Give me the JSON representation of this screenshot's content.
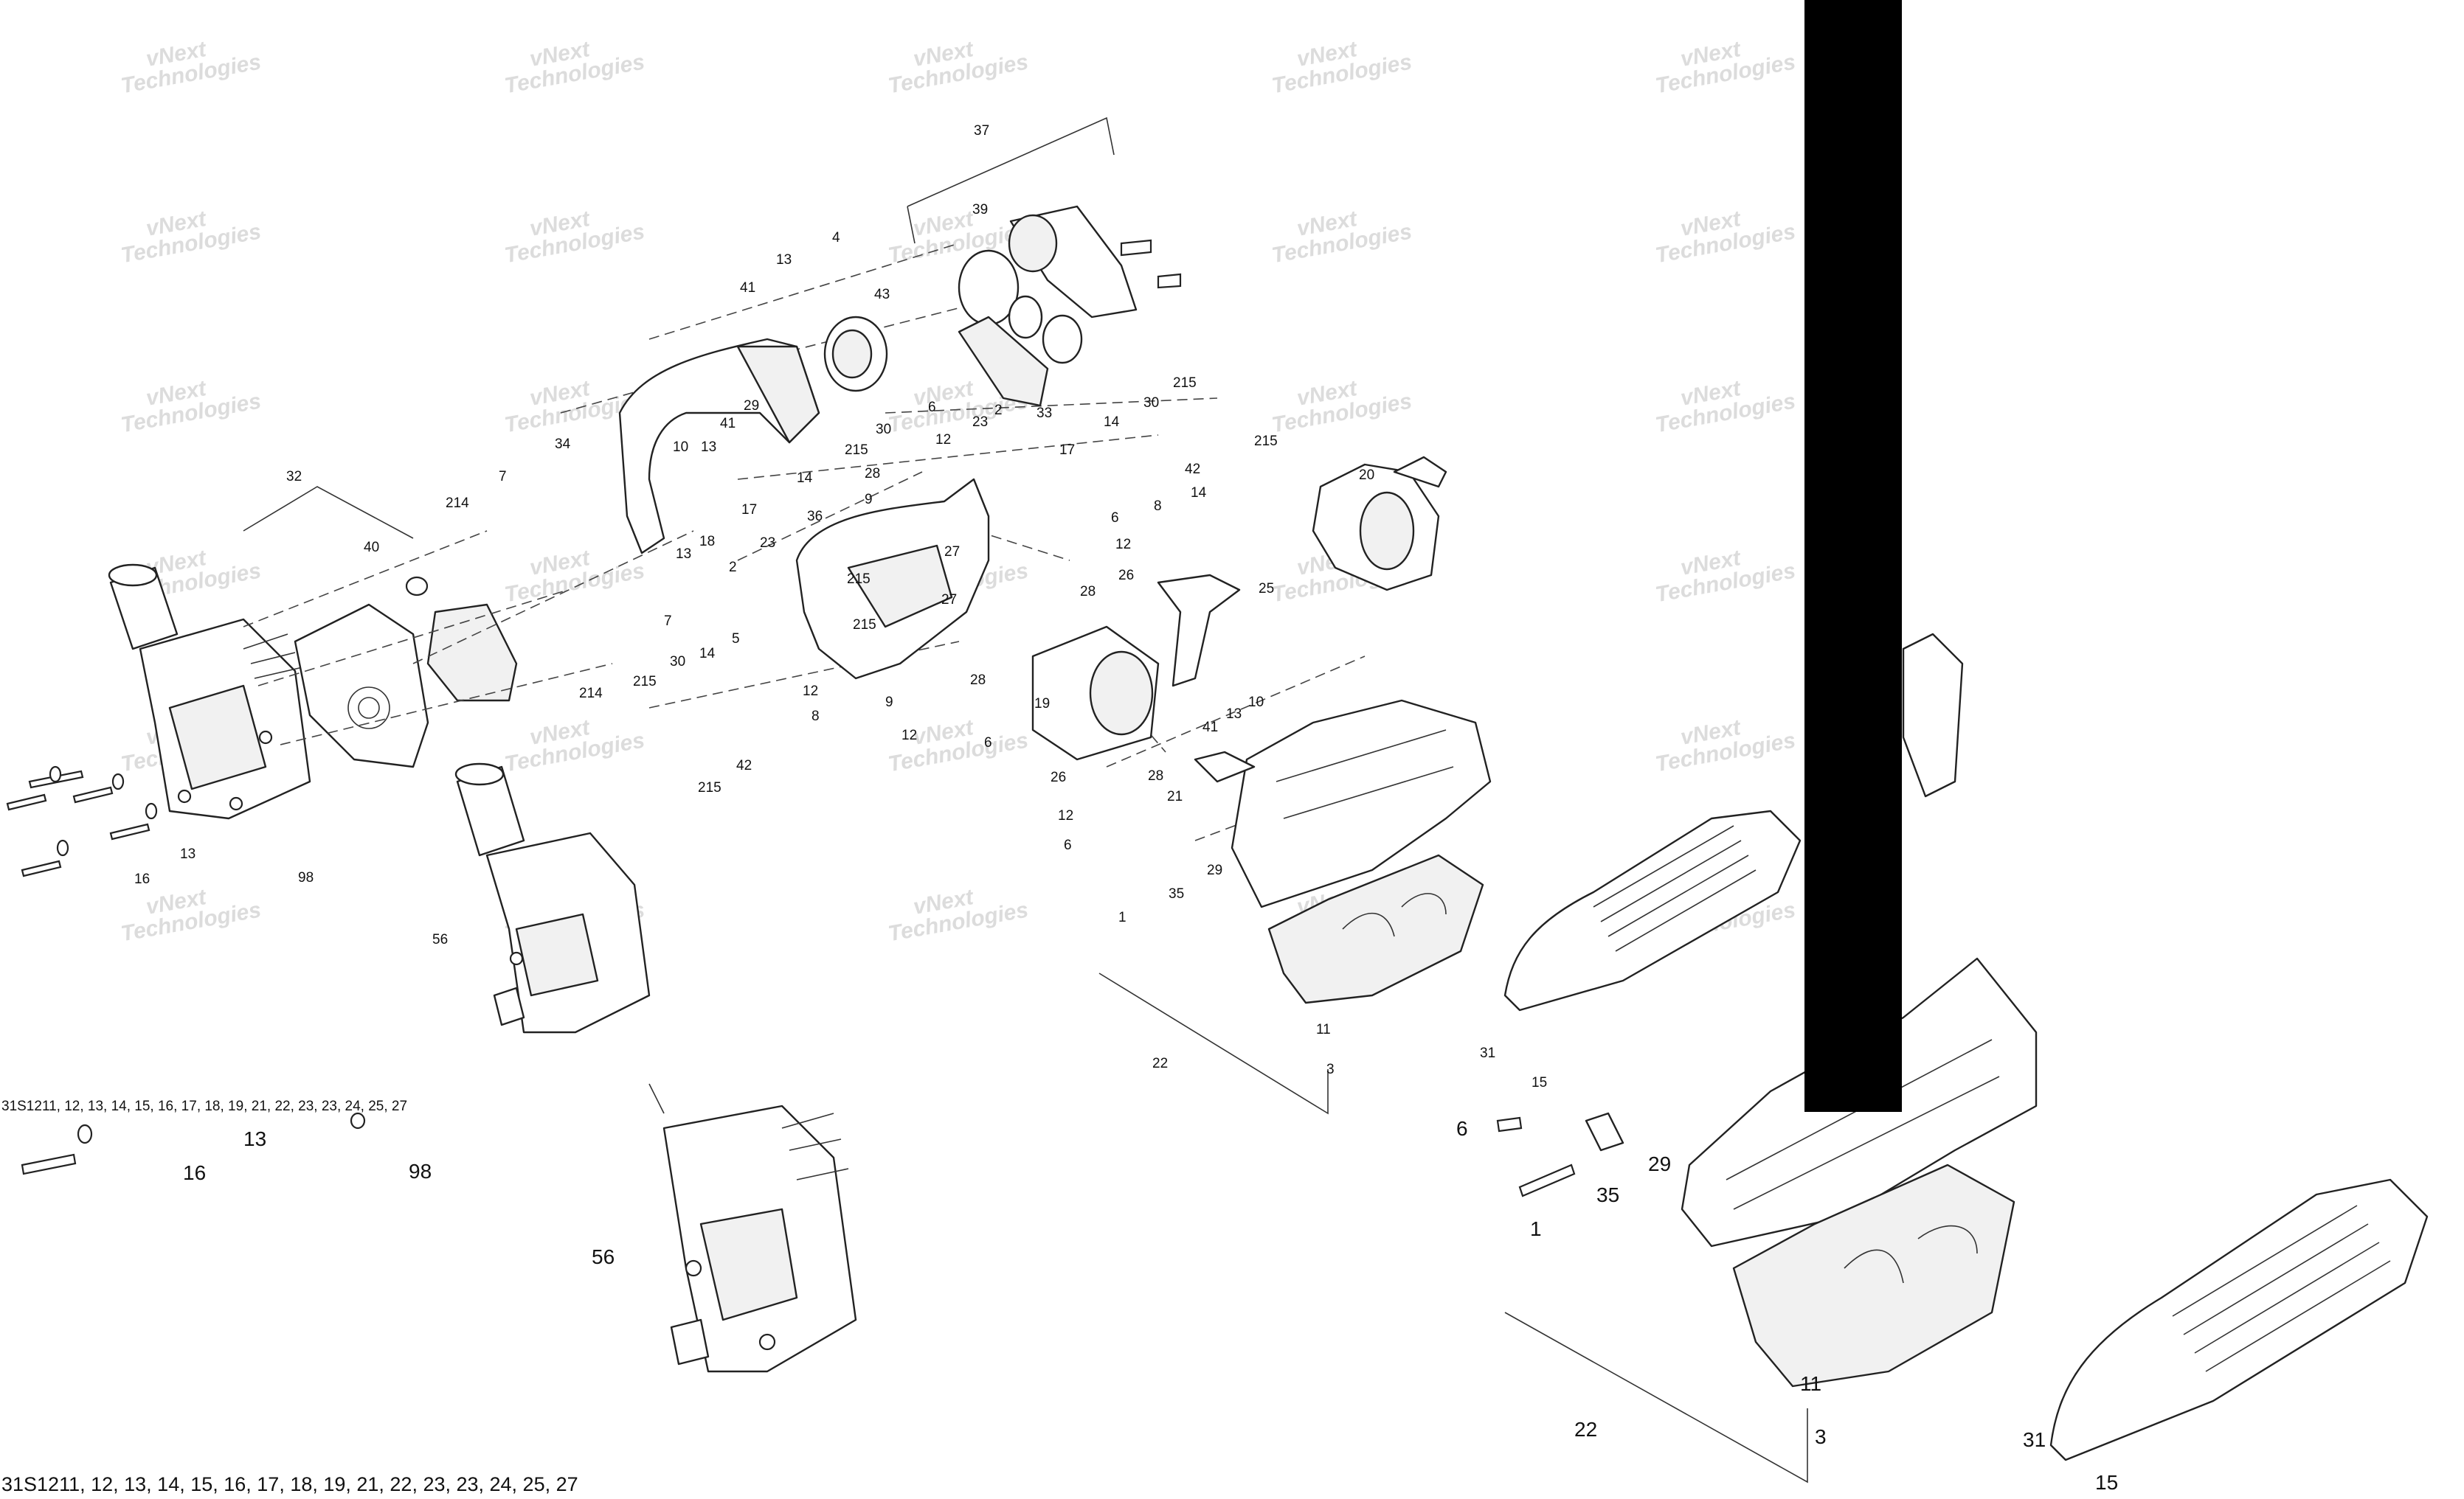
{
  "watermark": {
    "line1": "vNext",
    "line2": "Technologies"
  },
  "callouts_small": {
    "c37": "37",
    "c39": "39",
    "c4": "4",
    "c13a": "13",
    "c41a": "41",
    "c43": "43",
    "c29": "29",
    "c41b": "41",
    "c33": "33",
    "c10": "10",
    "c13b": "13",
    "c215a": "215",
    "c30a": "30",
    "c6a": "6",
    "c12a": "12",
    "c23a": "23",
    "c2a": "2",
    "c34": "34",
    "c28a": "28",
    "c14a": "14",
    "c9a": "9",
    "c17a": "17",
    "c13c": "13",
    "c18": "18",
    "c36": "36",
    "c32": "32",
    "c7a": "7",
    "c214a": "214",
    "c40": "40",
    "c23b": "23",
    "c2b": "2",
    "c27a": "27",
    "c215b": "215",
    "c27b": "27",
    "c215c": "215",
    "c7b": "7",
    "c5": "5",
    "c214b": "214",
    "c30b": "30",
    "c14b": "14",
    "c215d": "215",
    "c12b": "12",
    "c8a": "8",
    "c42a": "42",
    "c215e": "215",
    "c9b": "9",
    "c28b": "28",
    "c6b": "6",
    "c19": "19",
    "c215f": "215",
    "c30c": "30",
    "c14c": "14",
    "c17b": "17",
    "c8b": "8",
    "c42b": "42",
    "c215g": "215",
    "c20": "20",
    "c14d": "14",
    "c6c": "6",
    "c12c": "12",
    "c28c": "28",
    "c26a": "26",
    "c25": "25",
    "c10b": "10",
    "c13d": "13",
    "c41c": "41",
    "c26b": "26",
    "c28d": "28",
    "c21": "21",
    "c12d": "12",
    "c6d": "6",
    "c29b": "29",
    "c35": "35",
    "c1": "1",
    "c13e": "13",
    "c16": "16",
    "c98": "98",
    "c56": "56",
    "c11": "11",
    "c3": "3",
    "c22": "22",
    "c31": "31",
    "c15": "15"
  },
  "callouts_large": {
    "c13": "13",
    "c16": "16",
    "c98": "98",
    "c56": "56",
    "c6": "6",
    "c29": "29",
    "c35": "35",
    "c1": "1",
    "c11": "11",
    "c3": "3",
    "c22": "22",
    "c31": "31",
    "c15": "15"
  },
  "footer_small": "31S1211, 12, 13, 14, 15, 16, 17, 18, 19, 21, 22, 23, 23, 24, 25, 27",
  "footer_large": "31S1211, 12, 13, 14, 15, 16, 17, 18, 19, 21, 22, 23, 23, 24, 25, 27"
}
